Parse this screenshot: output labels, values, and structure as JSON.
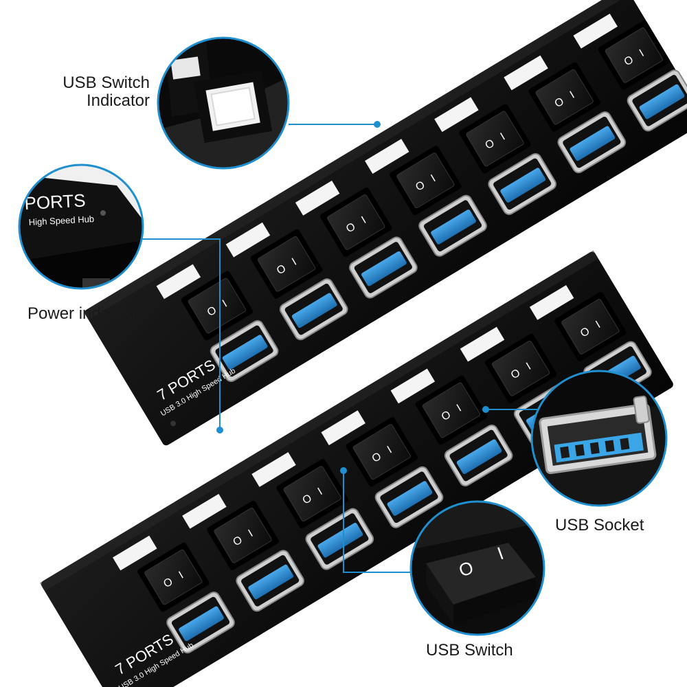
{
  "callouts": {
    "switch_indicator": {
      "line1": "USB Switch",
      "line2": "Indicator"
    },
    "power_indicator": "Power indicator",
    "usb_socket": "USB Socket",
    "usb_switch": "USB Switch"
  },
  "hub_branding": {
    "brand_digit": "7",
    "brand_word": "PORTS",
    "subtitle": "USB 3.0 High Speed Hub",
    "zoom_brand": "PORTS",
    "zoom_subtitle": "High Speed Hub"
  },
  "switch_marks": {
    "off": "O",
    "on": "I"
  },
  "colors": {
    "hub_body": "#0b0b0b",
    "usb_blue": "#2e8fd6",
    "callout_line": "#1f8fd0",
    "indicator_white": "#f4f4f4"
  }
}
